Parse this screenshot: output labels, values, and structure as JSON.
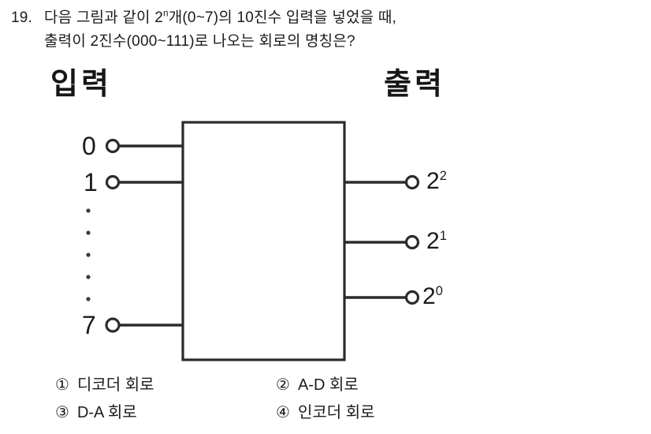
{
  "question": {
    "number": "19.",
    "line1_prefix": "다음 그림과 같이 2",
    "line1_sup": "n",
    "line1_suffix": "개(0~7)의 10진수 입력을 넣었을 때,",
    "line2": "출력이 2진수(000~111)로 나오는 회로의 명칭은?"
  },
  "diagram": {
    "input_header": "입력",
    "output_header": "출력",
    "inputs": [
      {
        "label": "0"
      },
      {
        "label": "1"
      },
      {
        "label": "7"
      }
    ],
    "vertical_dots_count": 5,
    "outputs": [
      {
        "base": "2",
        "exp": "2"
      },
      {
        "base": "2",
        "exp": "1"
      },
      {
        "base": "2",
        "exp": "0"
      }
    ],
    "box_label": "",
    "line_color": "#2a2a2a"
  },
  "choices": [
    {
      "marker": "①",
      "label": "디코더 회로"
    },
    {
      "marker": "②",
      "label": "A-D 회로"
    },
    {
      "marker": "③",
      "label": "D-A 회로"
    },
    {
      "marker": "④",
      "label": "인코더 회로"
    }
  ]
}
